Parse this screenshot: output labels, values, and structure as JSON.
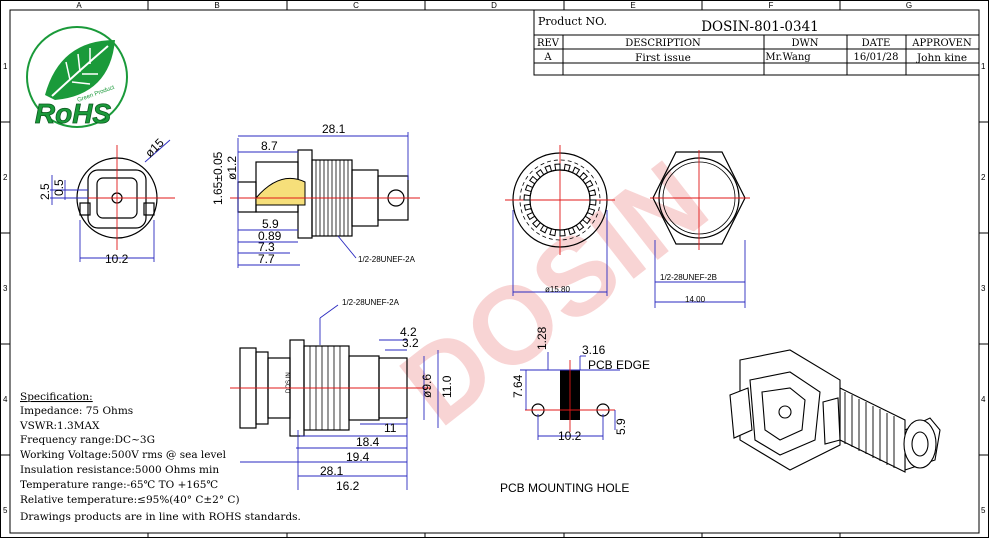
{
  "frame": {
    "columns": [
      "A",
      "B",
      "C",
      "D",
      "E",
      "F",
      "G"
    ],
    "rows": [
      "1",
      "2",
      "3",
      "4",
      "5"
    ]
  },
  "logo": {
    "text": "RoHS",
    "small_text": "Green Product"
  },
  "title_block": {
    "product_no_label": "Product NO.",
    "product_no_value": "DOSIN-801-0341",
    "headers": [
      "REV",
      "DESCRIPTION",
      "DWN",
      "DATE",
      "APPROVEN"
    ],
    "row": [
      "A",
      "First issue",
      "Mr.Wang",
      "16/01/28",
      "John kine"
    ]
  },
  "dimensions": {
    "front_view": {
      "dia": "ø15",
      "h1": "2.5",
      "h2": "0.5",
      "w": "10.2"
    },
    "side_view": {
      "overall": "28.1",
      "d1": "8.7",
      "d2": "ø1.2",
      "d3": "1.65±0.05",
      "d4": "5.9",
      "d5": "0.89",
      "d6": "7.3",
      "d7": "7.7",
      "thread": "1/2-28UNEF-2A"
    },
    "end_view": {
      "dia": "ø15.80"
    },
    "hex_view": {
      "thread": "1/2-28UNEF-2B",
      "width": "14.00"
    },
    "bottom_view": {
      "thread": "1/2-28UNEF-2A",
      "d1": "4.2",
      "d2": "3.2",
      "d3": "ø9.6",
      "d4": "11.0",
      "d5": "11",
      "d6": "18.4",
      "d7": "19.4",
      "d8": "28.1",
      "d9": "16.2",
      "body_mark": "DOS IN"
    },
    "pcb": {
      "title": "PCB MOUNTING HOLE",
      "edge": "PCB EDGE",
      "d1": "1.28",
      "d2": "3.16",
      "d3": "7.64",
      "d4": "10.2",
      "d5": "5.9"
    }
  },
  "specification": {
    "title": "Specification:",
    "lines": [
      "Impedance: 75 Ohms",
      "VSWR:1.3MAX",
      "Frequency range:DC~3G",
      "Working Voltage:500V rms @ sea level",
      "Insulation resistance:5000 Ohms min",
      "Temperature range:-65℃ TO +165℃",
      "Relative temperature:≤95%(40° C±2° C)",
      "Drawings products are in line with ROHS standards."
    ]
  },
  "watermark": "DOSIN",
  "colors": {
    "dimension": "#2a2ac0",
    "centerline": "#e01818",
    "watermark": "#f4b8b8",
    "logo_green": "#1a9a3a",
    "highlight": "#f6df7a"
  }
}
